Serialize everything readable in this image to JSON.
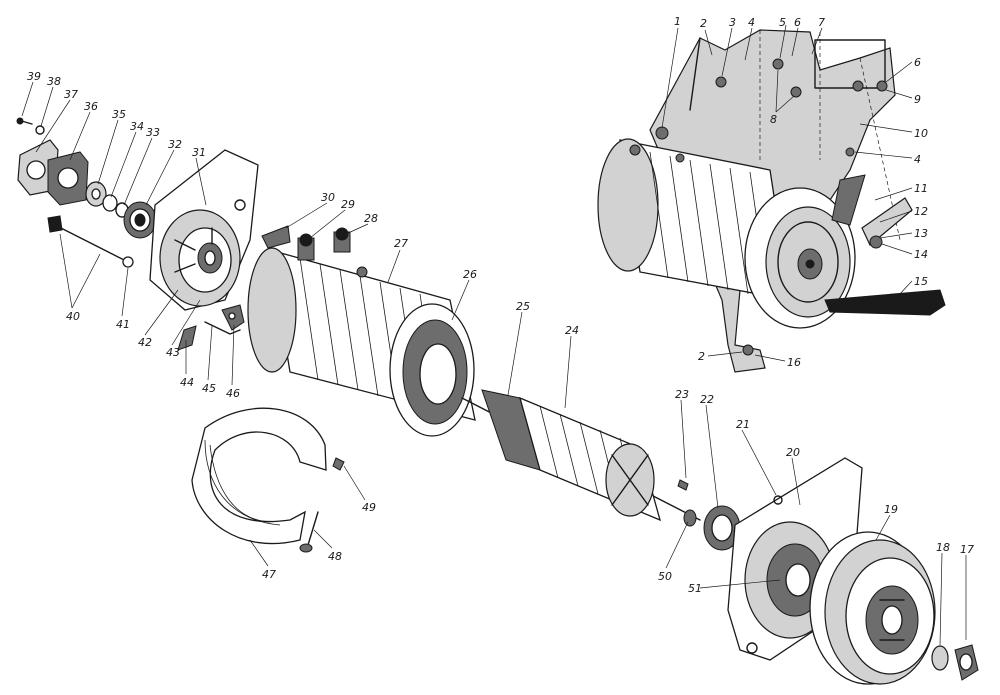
{
  "colors": {
    "ink": "#1a1a1a",
    "shade_dark": "#6d6d6d",
    "shade_light": "#d2d2d2",
    "paper": "#ffffff"
  },
  "callouts": [
    {
      "id": "c1",
      "label": "1"
    },
    {
      "id": "c2a",
      "label": "2"
    },
    {
      "id": "c3",
      "label": "3"
    },
    {
      "id": "c4a",
      "label": "4"
    },
    {
      "id": "c5",
      "label": "5"
    },
    {
      "id": "c6a",
      "label": "6"
    },
    {
      "id": "c7",
      "label": "7"
    },
    {
      "id": "c6b",
      "label": "6"
    },
    {
      "id": "c8",
      "label": "8"
    },
    {
      "id": "c9",
      "label": "9"
    },
    {
      "id": "c10",
      "label": "10"
    },
    {
      "id": "c4b",
      "label": "4"
    },
    {
      "id": "c11",
      "label": "11"
    },
    {
      "id": "c12",
      "label": "12"
    },
    {
      "id": "c13",
      "label": "13"
    },
    {
      "id": "c14",
      "label": "14"
    },
    {
      "id": "c15",
      "label": "15"
    },
    {
      "id": "c2b",
      "label": "2"
    },
    {
      "id": "c16",
      "label": "16"
    },
    {
      "id": "c17",
      "label": "17"
    },
    {
      "id": "c18",
      "label": "18"
    },
    {
      "id": "c19",
      "label": "19"
    },
    {
      "id": "c20",
      "label": "20"
    },
    {
      "id": "c21",
      "label": "21"
    },
    {
      "id": "c22",
      "label": "22"
    },
    {
      "id": "c23",
      "label": "23"
    },
    {
      "id": "c24",
      "label": "24"
    },
    {
      "id": "c25",
      "label": "25"
    },
    {
      "id": "c26",
      "label": "26"
    },
    {
      "id": "c27",
      "label": "27"
    },
    {
      "id": "c28",
      "label": "28"
    },
    {
      "id": "c29",
      "label": "29"
    },
    {
      "id": "c30",
      "label": "30"
    },
    {
      "id": "c31",
      "label": "31"
    },
    {
      "id": "c32",
      "label": "32"
    },
    {
      "id": "c33",
      "label": "33"
    },
    {
      "id": "c34",
      "label": "34"
    },
    {
      "id": "c35",
      "label": "35"
    },
    {
      "id": "c36",
      "label": "36"
    },
    {
      "id": "c37",
      "label": "37"
    },
    {
      "id": "c38",
      "label": "38"
    },
    {
      "id": "c39",
      "label": "39"
    },
    {
      "id": "c40",
      "label": "40"
    },
    {
      "id": "c41",
      "label": "41"
    },
    {
      "id": "c42",
      "label": "42"
    },
    {
      "id": "c43",
      "label": "43"
    },
    {
      "id": "c44",
      "label": "44"
    },
    {
      "id": "c45",
      "label": "45"
    },
    {
      "id": "c46",
      "label": "46"
    },
    {
      "id": "c47",
      "label": "47"
    },
    {
      "id": "c48",
      "label": "48"
    },
    {
      "id": "c49",
      "label": "49"
    },
    {
      "id": "c50",
      "label": "50"
    },
    {
      "id": "c51",
      "label": "51"
    }
  ]
}
